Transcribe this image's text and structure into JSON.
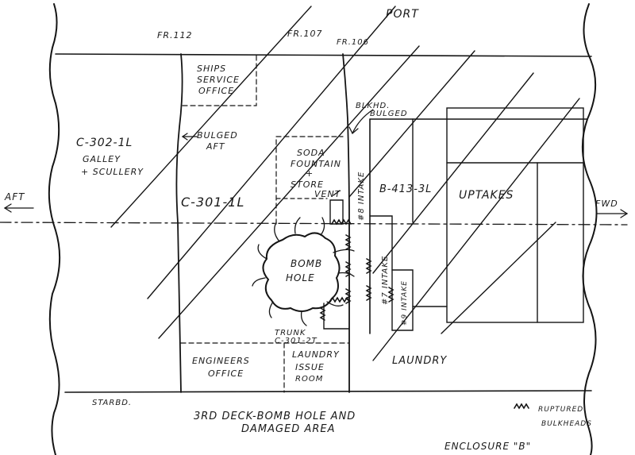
{
  "labels": {
    "port": "PORT",
    "fr112": "FR.112",
    "fr107": "FR.107",
    "fr106": "FR.106",
    "ships_service": [
      "SHIPS",
      "SERVICE",
      "OFFICE"
    ],
    "blkhd": [
      "BLKHD.",
      "BULGED"
    ],
    "galley": [
      "C-302-1L",
      "GALLEY",
      "+ SCULLERY"
    ],
    "bulged_aft": [
      "BULGED",
      "AFT"
    ],
    "soda": [
      "SODA",
      "FOUNTAIN",
      "+",
      "STORE"
    ],
    "vent": "VENT",
    "intake8": "#8 INTAKE",
    "b413": "B-413-3L",
    "uptakes": "UPTAKES",
    "aft": "AFT",
    "fwd": "FWD",
    "c301": "C-301-1L",
    "bomb_hole": [
      "BOMB",
      "HOLE"
    ],
    "intake7": "#7 INTAKE",
    "intake9": "#9 INTAKE",
    "trunk": [
      "TRUNK",
      "C-301-2T"
    ],
    "engineers": [
      "ENGINEERS",
      "OFFICE"
    ],
    "laundry_issue": [
      "LAUNDRY",
      "ISSUE",
      "ROOM"
    ],
    "laundry": "LAUNDRY",
    "starbd": "STARBD.",
    "title": [
      "3RD DECK-BOMB HOLE AND",
      "DAMAGED AREA"
    ],
    "legend_symbol": "www",
    "legend": [
      "RUPTURED",
      "BULKHEADS"
    ],
    "enclosure": "ENCLOSURE \"B\""
  }
}
